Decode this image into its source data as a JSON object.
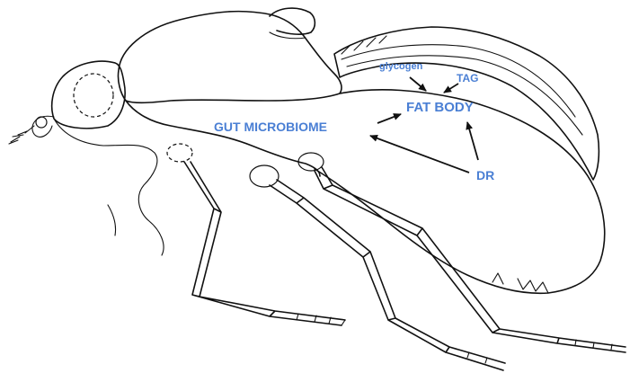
{
  "colors": {
    "label": "#4a7fd4",
    "ink": "#111111",
    "background": "#ffffff"
  },
  "labels": {
    "glycogen": "glycogen",
    "tag": "TAG",
    "fat_body": "FAT BODY",
    "gut_microbiome": "GUT MICROBIOME",
    "dr": "DR"
  }
}
